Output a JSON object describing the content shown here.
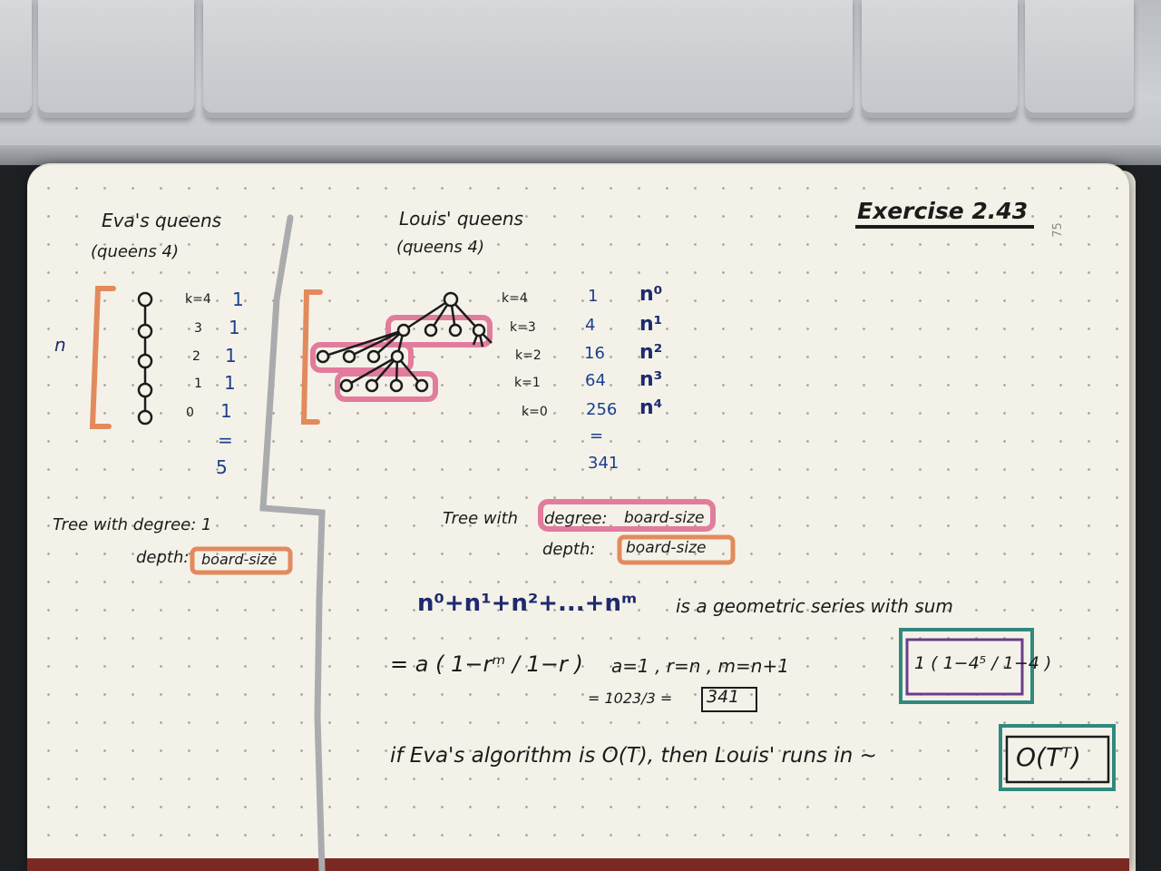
{
  "header": {
    "exercise": "Exercise 2.43",
    "page_number": "75"
  },
  "eva": {
    "title": "Eva's queens",
    "call": "(queens 4)",
    "n_label": "n",
    "levels": [
      "k=4",
      "3",
      "2",
      "1",
      "0"
    ],
    "counts": [
      "1",
      "1",
      "1",
      "1",
      "1"
    ],
    "equals": "=",
    "total": "5",
    "tree_line1": "Tree with degree: 1",
    "depth_label": "depth:",
    "depth_value": "board-size"
  },
  "louis": {
    "title": "Louis' queens",
    "call": "(queens 4)",
    "levels": [
      "k=4",
      "k=3",
      "k=2",
      "k=1",
      "k=0"
    ],
    "counts": [
      "1",
      "4",
      "16",
      "64",
      "256"
    ],
    "powers": [
      "n⁰",
      "n¹",
      "n²",
      "n³",
      "n⁴"
    ],
    "equals": "=",
    "total": "341",
    "tree_prefix": "Tree with",
    "degree_label": "degree:",
    "degree_value": "board-size",
    "depth_label": "depth:",
    "depth_value": "board-size"
  },
  "series": {
    "expr": "n⁰+n¹+n²+...+nᵐ",
    "desc": "is a geometric series with sum",
    "formula": "= a ( 1−rᵐ / 1−r )",
    "params": "a=1 , r=n , m=n+1",
    "calc_boxed": "1 ( 1−4⁵ / 1−4 )",
    "result_prefix": "= 1023/3 =",
    "result_value": "341"
  },
  "conclusion": {
    "text": "if Eva's algorithm is O(T), then Louis' runs in ~",
    "boxed": "O(Tᵀ)"
  }
}
